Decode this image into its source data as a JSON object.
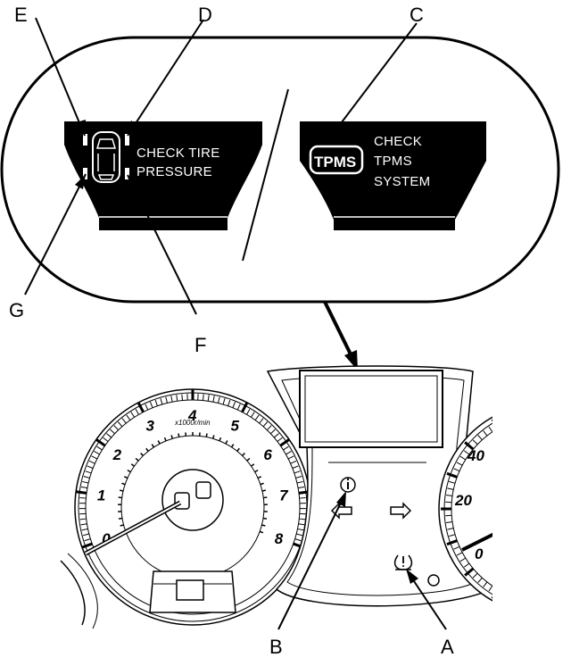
{
  "callouts": {
    "a": "A",
    "b": "B",
    "c": "C",
    "d": "D",
    "e": "E",
    "f": "F",
    "g": "G"
  },
  "left_display": {
    "line1": "CHECK TIRE",
    "line2": "PRESSURE"
  },
  "right_display": {
    "badge": "TPMS",
    "line1": "CHECK",
    "line2": "TPMS",
    "line3": "SYSTEM"
  },
  "tachometer": {
    "numbers": [
      "0",
      "1",
      "2",
      "3",
      "4",
      "5",
      "6",
      "7",
      "8"
    ],
    "unit": "x1000r/min"
  },
  "speedometer": {
    "numbers": [
      "40",
      "20",
      "0"
    ]
  },
  "colors": {
    "display_bg": "#000000",
    "line": "#000000",
    "panel": "#ffffff"
  }
}
